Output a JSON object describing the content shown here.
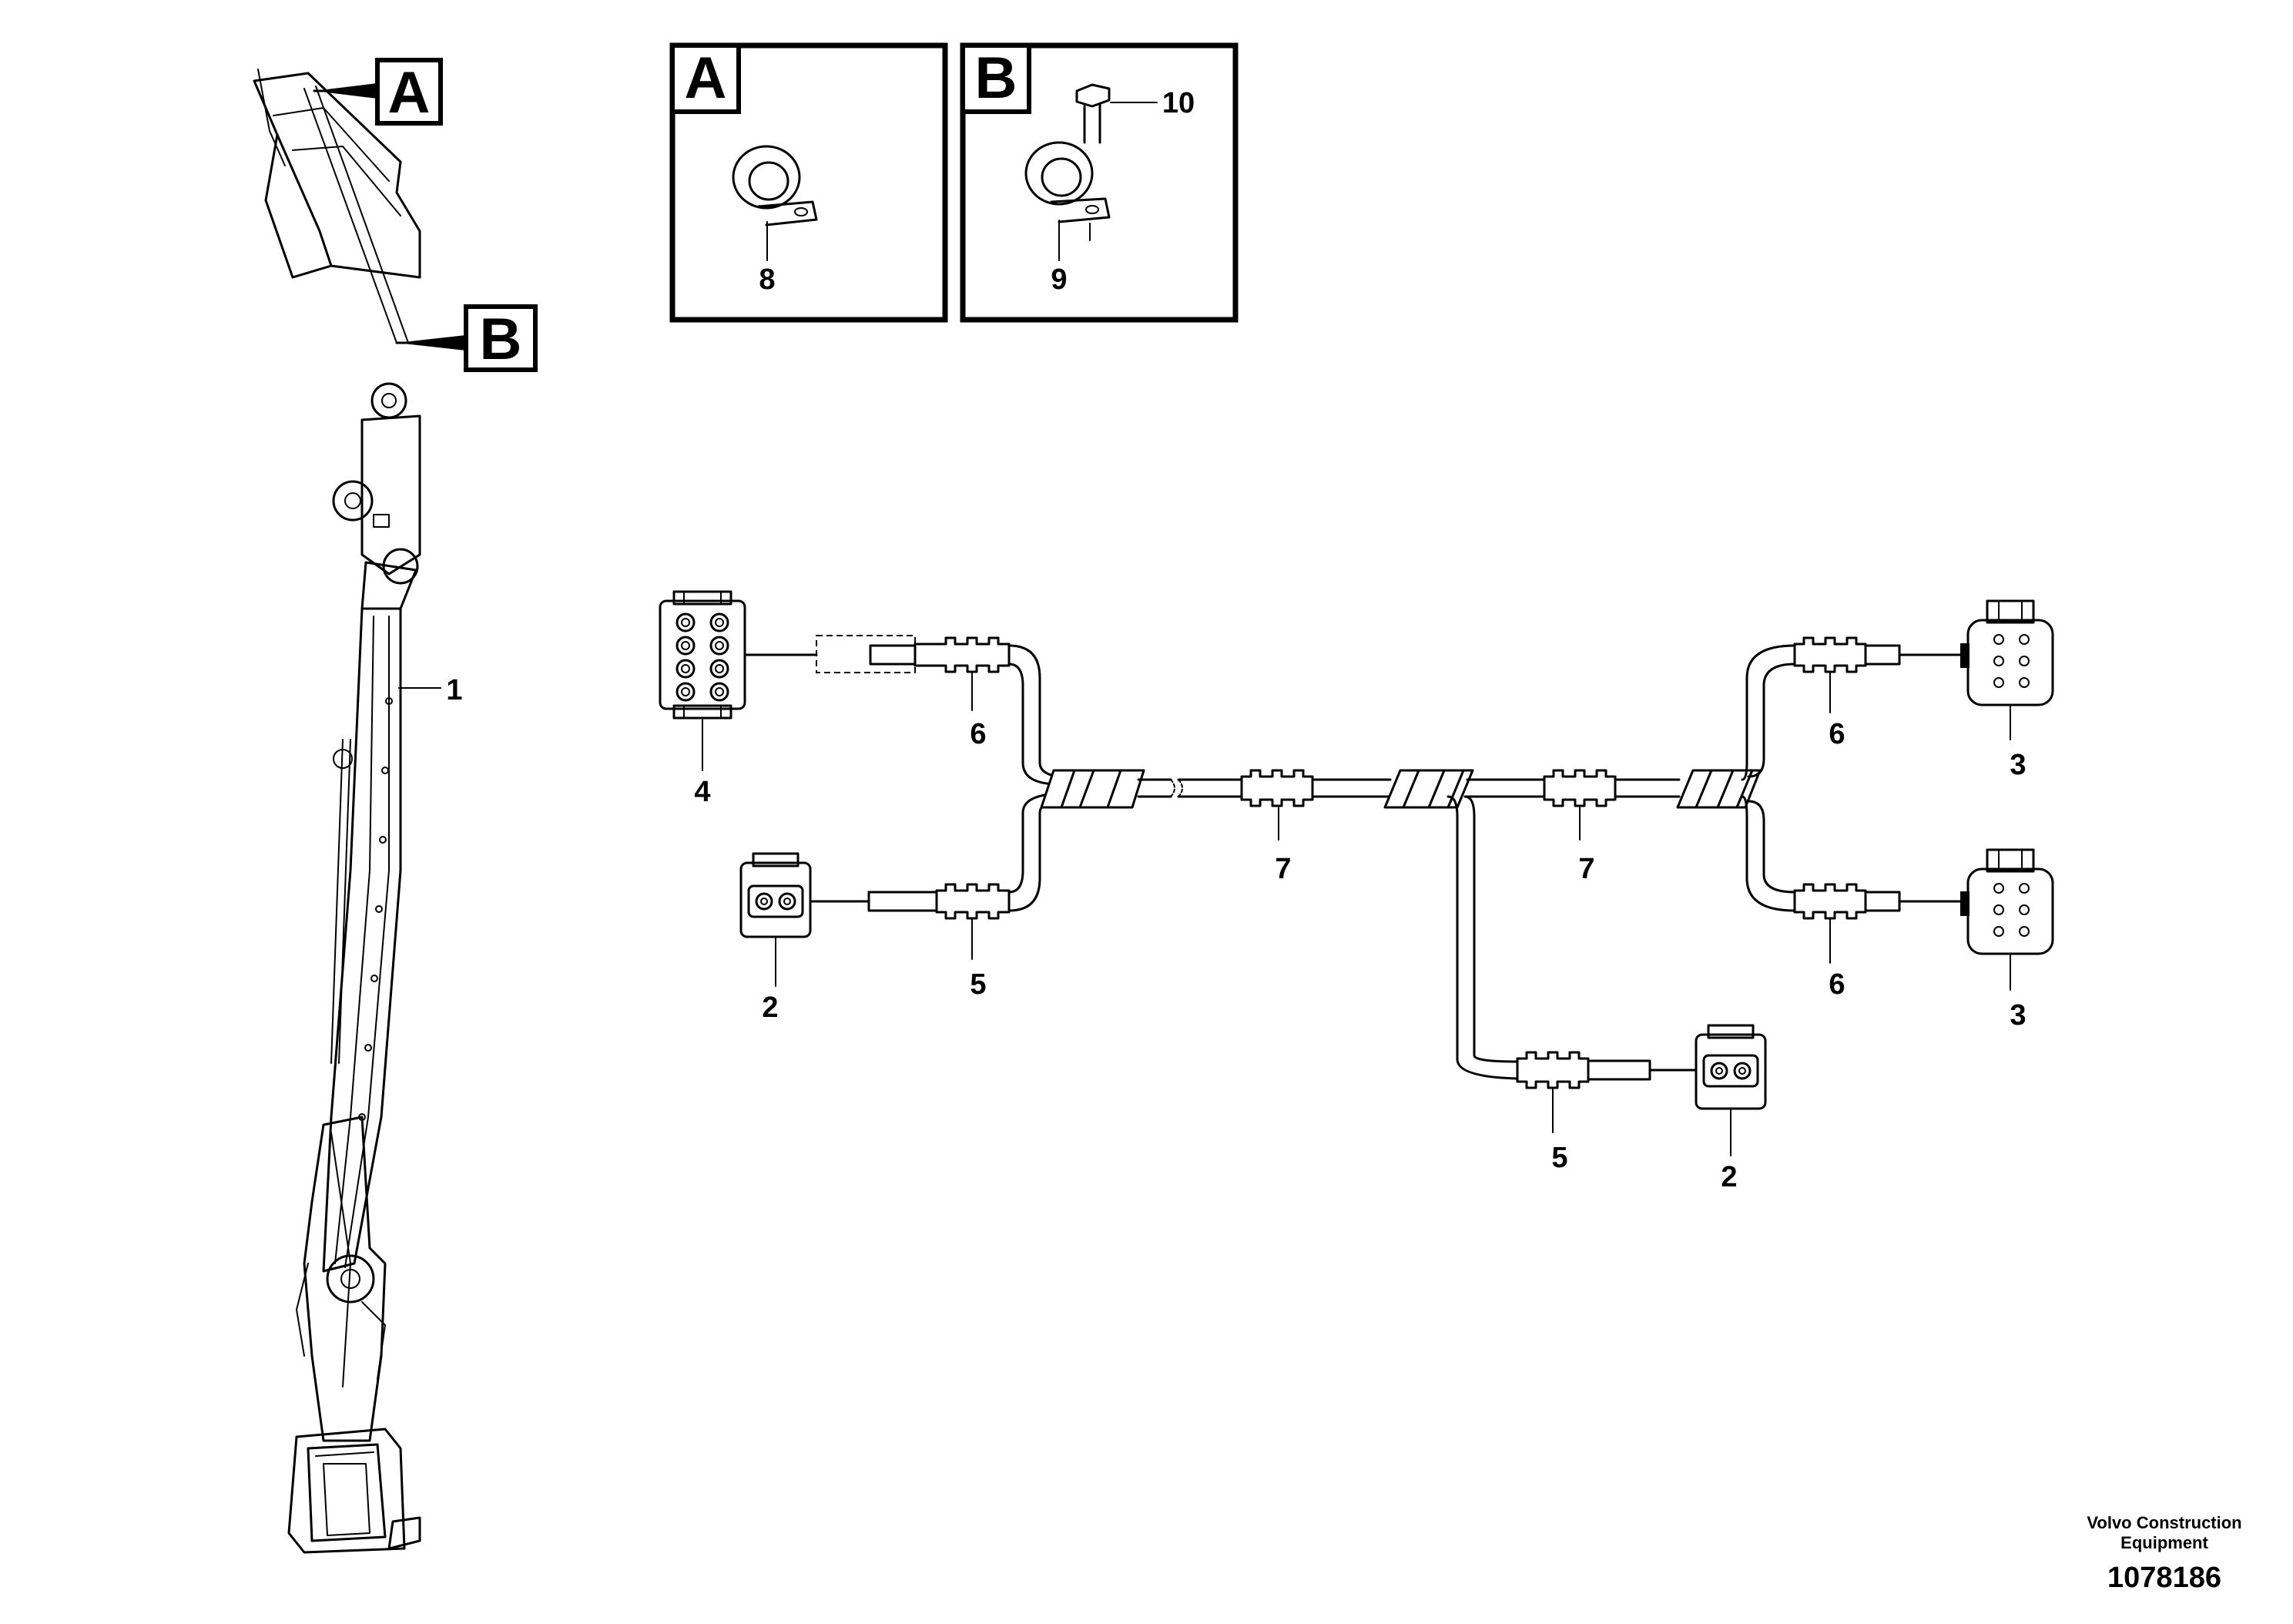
{
  "view_tags": [
    "A",
    "B"
  ],
  "detail_boxes": [
    {
      "letter": "A",
      "parts": [
        "8"
      ]
    },
    {
      "letter": "B",
      "parts": [
        "9",
        "10"
      ]
    }
  ],
  "callouts": {
    "boom": "1",
    "conn_2a": "2",
    "conn_2b": "2",
    "conn_3a": "3",
    "conn_3b": "3",
    "conn_4": "4",
    "sleeve_5a": "5",
    "sleeve_5b": "5",
    "sleeve_6a": "6",
    "sleeve_6b": "6",
    "sleeve_6c": "6",
    "sleeve_7a": "7",
    "sleeve_7b": "7"
  },
  "footer": {
    "company_line1": "Volvo Construction",
    "company_line2": "Equipment",
    "doc_number": "1078186"
  }
}
